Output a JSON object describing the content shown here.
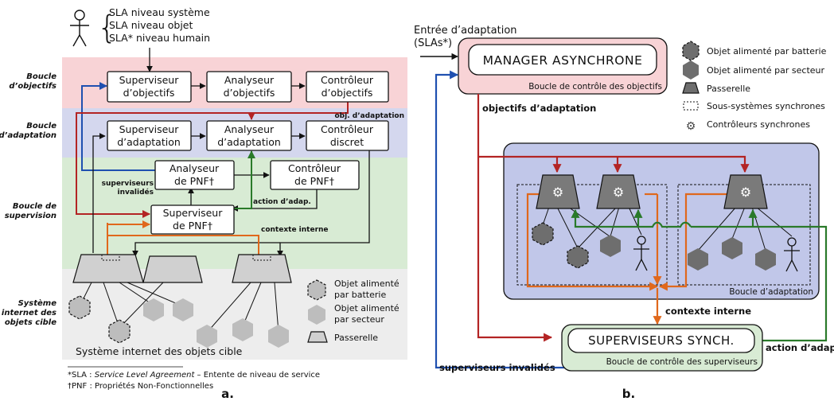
{
  "panel_a": {
    "sla": {
      "l1": "SLA niveau système",
      "l2": "SLA niveau objet",
      "l3": "SLA* niveau humain"
    },
    "bands": {
      "objectifs": [
        "Boucle",
        "d’objectifs"
      ],
      "adaptation": [
        "Boucle",
        "d’adaptation"
      ],
      "supervision": [
        "Boucle de",
        "supervision"
      ],
      "systeme": [
        "Système",
        "internet des",
        "objets cible"
      ]
    },
    "boxes": {
      "sup_obj": [
        "Superviseur",
        "d’objectifs"
      ],
      "ana_obj": [
        "Analyseur",
        "d’objectifs"
      ],
      "ctrl_obj": [
        "Contrôleur",
        "d’objectifs"
      ],
      "sup_adapt": [
        "Superviseur",
        "d’adaptation"
      ],
      "ana_adapt": [
        "Analyseur",
        "d’adaptation"
      ],
      "ctrl_disc": [
        "Contrôleur",
        "discret"
      ],
      "ana_pnf": [
        "Analyseur",
        "de PNF†"
      ],
      "ctrl_pnf": [
        "Contrôleur",
        "de PNF†"
      ],
      "sup_pnf": [
        "Superviseur",
        "de PNF†"
      ]
    },
    "arrow_labels": {
      "obj_adapt": "obj. d’adaptation",
      "sup_invalides": [
        "superviseurs",
        "invalidés"
      ],
      "action": "action d’adap.",
      "contexte": "contexte interne"
    },
    "system_label": "Système internet des objets cible",
    "legend": {
      "battery": [
        "Objet alimenté",
        "par batterie"
      ],
      "mains": [
        "Objet alimenté",
        "par secteur"
      ],
      "gateway": "Passerelle"
    },
    "footnotes": {
      "sla_prefix": "*SLA : ",
      "sla_italic": "Service Level Agreement",
      "sla_suffix": " – Entente de niveau de service",
      "pnf": "†PNF : Propriétés Non-Fonctionnelles"
    },
    "caption": "a."
  },
  "panel_b": {
    "input": [
      "Entrée d’adaptation",
      "(SLAs*)"
    ],
    "manager": {
      "title": "MANAGER ASYNCHRONE",
      "sub": "Boucle de contrôle des objectifs"
    },
    "objectifs_label": "objectifs d’adaptation",
    "adaptation_loop": "Boucle d’adaptation",
    "contexte": "contexte interne",
    "supervisors": {
      "title": "SUPERVISEURS SYNCH.",
      "sub": "Boucle de contrôle des superviseurs"
    },
    "action": "action d’adap.",
    "invalides": "superviseurs invalidés",
    "legend": {
      "battery": "Objet alimenté par batterie",
      "mains": "Objet alimenté par secteur",
      "gateway": "Passerelle",
      "subsystems": "Sous-systèmes synchrones",
      "controllers": "Contrôleurs synchrones"
    },
    "caption": "b."
  },
  "colors": {
    "red": "#b32424",
    "blue": "#1f50b0",
    "green": "#2a7a2a",
    "orange": "#e0681c",
    "pink_band": "#f8d3d6",
    "lavender_band": "#d4d7ee",
    "green_band": "#d8ebd4",
    "grey_band": "#ededed",
    "adapt_box": "#c1c7e9",
    "gateway_dark": "#7a7a7a",
    "gateway_light": "#d0d0d0"
  }
}
